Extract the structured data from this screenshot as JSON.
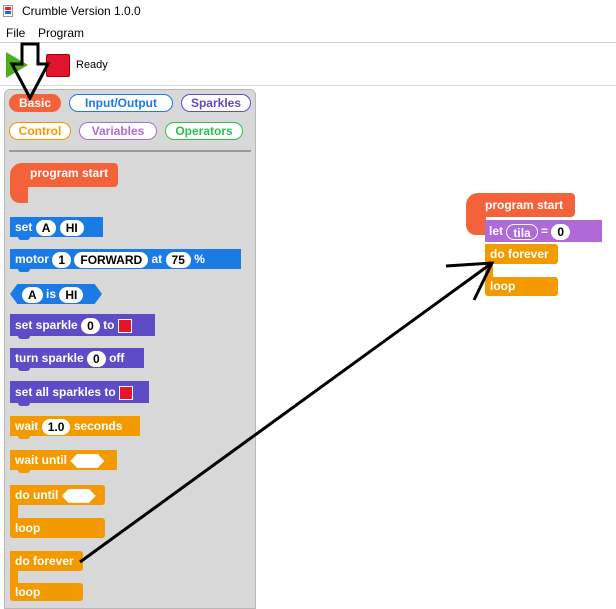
{
  "window": {
    "title": "Crumble Version 1.0.0"
  },
  "menu": {
    "file_label": "File",
    "program_label": "Program"
  },
  "toolbar": {
    "status": "Ready"
  },
  "categories": [
    {
      "label": "Basic",
      "color": "#f4623a"
    },
    {
      "label": "Input/Output",
      "color": "#1b7be5"
    },
    {
      "label": "Sparkles",
      "color": "#5c4cc7"
    },
    {
      "label": "Control",
      "color": "#f39a00"
    },
    {
      "label": "Variables",
      "color": "#b06ad8"
    },
    {
      "label": "Operators",
      "color": "#2fbf4f"
    }
  ],
  "palette": {
    "program_start": "program start",
    "set": {
      "label": "set",
      "pin": "A",
      "value": "HI"
    },
    "motor": {
      "label": "motor",
      "num": "1",
      "dir": "FORWARD",
      "at": "at",
      "speed": "75",
      "pct": "%"
    },
    "pin_is": {
      "pin": "A",
      "is": "is",
      "value": "HI"
    },
    "set_sparkle": {
      "label": "set sparkle",
      "num": "0",
      "to": "to"
    },
    "turn_sparkle": {
      "label": "turn sparkle",
      "num": "0",
      "off": "off"
    },
    "set_all_sparkles": {
      "label": "set all sparkles to"
    },
    "wait": {
      "label": "wait",
      "value": "1.0",
      "unit": "seconds"
    },
    "wait_until": {
      "label": "wait until"
    },
    "do_until": {
      "label": "do until",
      "loop": "loop"
    },
    "do_forever": {
      "label": "do forever",
      "loop": "loop"
    }
  },
  "workspace": {
    "program_start": "program start",
    "let": {
      "label": "let",
      "var": "tila",
      "eq": "=",
      "value": "0"
    },
    "do_forever": {
      "label": "do forever",
      "loop": "loop"
    }
  }
}
